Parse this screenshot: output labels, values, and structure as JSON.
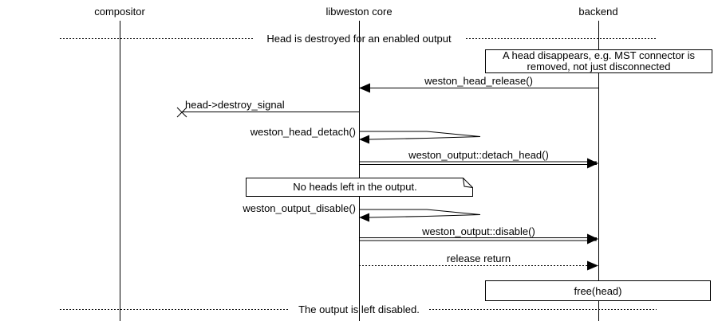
{
  "participants": [
    {
      "label": "compositor"
    },
    {
      "label": "libweston core"
    },
    {
      "label": "backend"
    }
  ],
  "dividers": [
    {
      "text": "Head is destroyed for an enabled output"
    },
    {
      "text": "The output is left disabled."
    }
  ],
  "notes": [
    {
      "text": "A head disappears, e.g. MST connector is removed, not just disconnected",
      "shape": "box",
      "over": "backend"
    },
    {
      "text": "No heads left in the output.",
      "shape": "folded-note",
      "over": "libweston core"
    },
    {
      "text": "free(head)",
      "shape": "box",
      "over": "backend"
    }
  ],
  "messages": [
    {
      "label": "weston_head_release()",
      "from": "backend",
      "to": "libweston core",
      "style": "solid"
    },
    {
      "label": "head->destroy_signal",
      "from": "libweston core",
      "to": "lost",
      "style": "lost-x"
    },
    {
      "label": "weston_head_detach()",
      "from": "libweston core",
      "to": "libweston core",
      "style": "self"
    },
    {
      "label": "weston_output::detach_head()",
      "from": "libweston core",
      "to": "backend",
      "style": "double"
    },
    {
      "label": "weston_output_disable()",
      "from": "libweston core",
      "to": "libweston core",
      "style": "self"
    },
    {
      "label": "weston_output::disable()",
      "from": "libweston core",
      "to": "backend",
      "style": "double"
    },
    {
      "label": "release return",
      "from": "libweston core",
      "to": "backend",
      "style": "dotted"
    }
  ]
}
